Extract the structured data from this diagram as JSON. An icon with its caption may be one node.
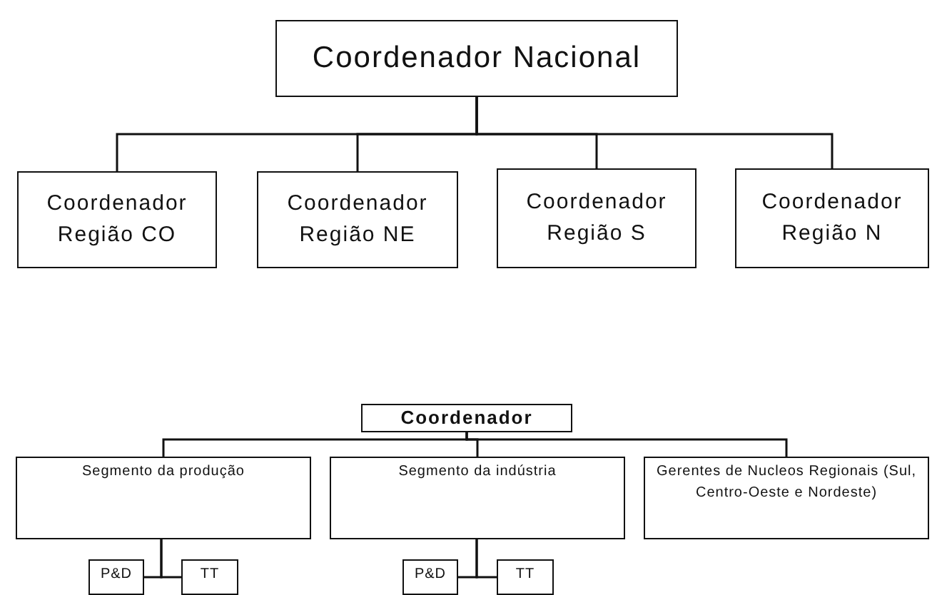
{
  "diagram": {
    "nodes": [
      {
        "text": [
          "Coordenador Nacional"
        ]
      },
      {
        "text": [
          "Coordenador Região CO"
        ]
      },
      {
        "text": [
          "Coordenador Região NE"
        ]
      },
      {
        "text": [
          "Coordenador Região S"
        ]
      },
      {
        "text": [
          "Coordenador Região N"
        ]
      },
      {
        "text": [
          "Coordenador"
        ]
      },
      {
        "text": [
          "Segmento da produção"
        ]
      },
      {
        "text": [
          "Segmento da indústria"
        ]
      },
      {
        "text": [
          "Gerentes de Nucleos Regionais (Sul, Centro-Oeste e Nordeste)"
        ]
      },
      {
        "text": [
          "P&D"
        ]
      },
      {
        "text": [
          "TT"
        ]
      },
      {
        "text": [
          "P&D"
        ]
      },
      {
        "text": [
          "TT"
        ]
      }
    ],
    "edges": [
      {
        "from": 0,
        "to": 1,
        "arrow": "none"
      },
      {
        "from": 0,
        "to": 2,
        "arrow": "none"
      },
      {
        "from": 0,
        "to": 3,
        "arrow": "none"
      },
      {
        "from": 0,
        "to": 4,
        "arrow": "none"
      },
      {
        "from": 5,
        "to": 6,
        "arrow": "none"
      },
      {
        "from": 5,
        "to": 7,
        "arrow": "none"
      },
      {
        "from": 5,
        "to": 8,
        "arrow": "none"
      },
      {
        "from": 6,
        "to": 9,
        "arrow": "none"
      },
      {
        "from": 6,
        "to": 10,
        "arrow": "none"
      },
      {
        "from": 7,
        "to": 11,
        "arrow": "none"
      },
      {
        "from": 7,
        "to": 12,
        "arrow": "none"
      }
    ]
  }
}
